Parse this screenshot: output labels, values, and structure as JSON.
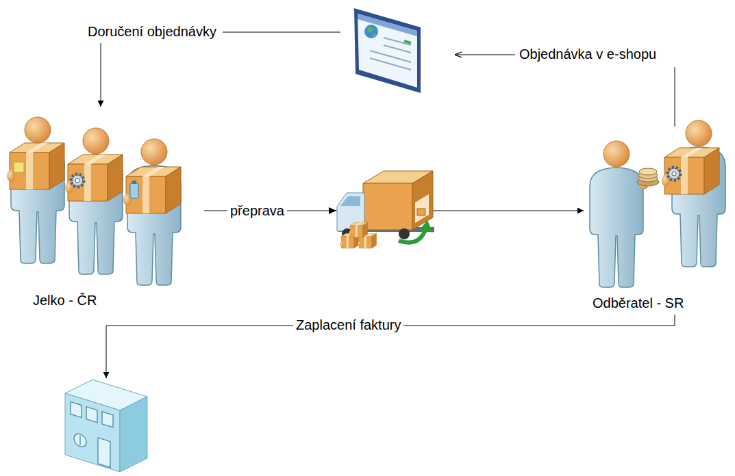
{
  "diagram": {
    "nodes": [
      {
        "text": [
          "Jelko - ČR"
        ]
      },
      {
        "text": [
          "Odběratel - SR"
        ]
      }
    ],
    "edges": [
      {
        "from": 0,
        "to": 1,
        "arrow": "to",
        "label": "přeprava"
      }
    ],
    "labels": [
      "Doručení objednávky",
      "Objednávka v e-shopu",
      "Zaplacení faktury"
    ]
  }
}
